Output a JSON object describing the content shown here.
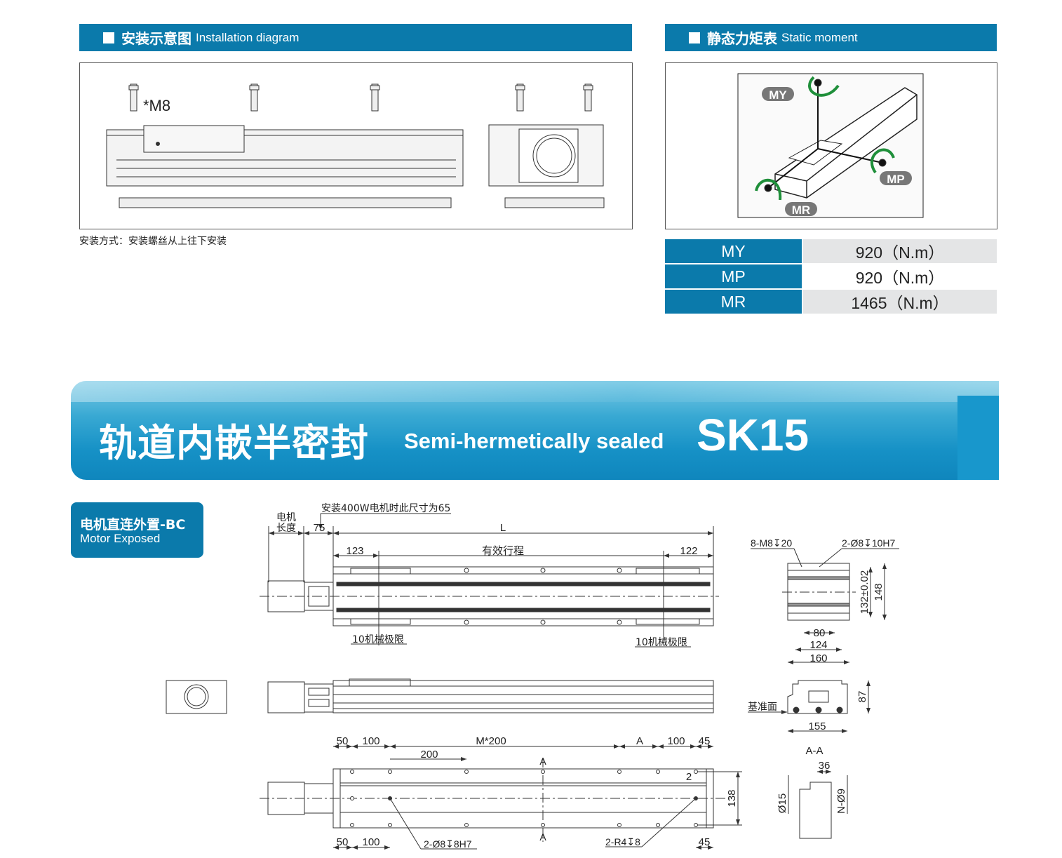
{
  "install": {
    "title_cn": "安装示意图",
    "title_en": "Installation diagram",
    "bolt_label": "*M8",
    "note": "安装方式：安装螺丝从上往下安装"
  },
  "moment": {
    "title_cn": "静态力矩表",
    "title_en": "Static moment",
    "diagram_labels": {
      "my": "MY",
      "mp": "MP",
      "mr": "MR"
    },
    "rows": [
      {
        "name": "MY",
        "value": "920（N.m）"
      },
      {
        "name": "MP",
        "value": "920（N.m）"
      },
      {
        "name": "MR",
        "value": "1465（N.m）"
      }
    ]
  },
  "banner": {
    "title_cn": "轨道内嵌半密封",
    "title_en": "Semi-hermetically sealed",
    "model": "SK15"
  },
  "variant": {
    "cn": "电机直连外置-BC",
    "en": "Motor Exposed"
  },
  "drawing": {
    "motor_len_1": "电机",
    "motor_len_2": "长度",
    "note_400w": "安装400W电机时此尺寸为65",
    "d75": "75",
    "L": "L",
    "d123": "123",
    "stroke": "有效行程",
    "d122": "122",
    "mech_limit_left": "10机械极限",
    "mech_limit_right": "10机械极限",
    "holes_m8": "8-M8↧20",
    "pin_holes": "2-Ø8↧10H7",
    "d132": "132±0.02",
    "d148": "148",
    "d80": "80",
    "d124": "124",
    "d160": "160",
    "datum": "基准面",
    "d155": "155",
    "d87": "87",
    "section": "A-A",
    "d36": "36",
    "dia15": "Ø15",
    "n_dia9": "N-Ø9",
    "b50_top": "50",
    "b100_top": "100",
    "m200": "M*200",
    "A_top": "A",
    "b100_top_r": "100",
    "b45_top": "45",
    "d200": "200",
    "sec_mark_top": "A",
    "sec_mark_bot": "A",
    "d2": "2",
    "d138": "138",
    "b50_bot": "50",
    "b100_bot": "100",
    "pin_bottom": "2-Ø8↧8H7",
    "r4": "2-R4↧8",
    "b45_bot": "45"
  },
  "colors": {
    "brand_blue": "#0b7aab",
    "arrow_green": "#1f8f3a",
    "table_grey": "#e4e5e6"
  }
}
